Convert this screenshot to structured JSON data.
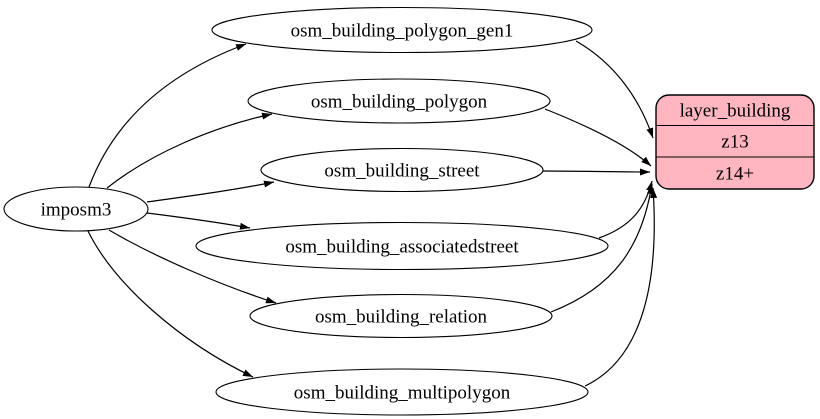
{
  "diagram": {
    "background_color": "#ffffff",
    "edge_color": "#000000",
    "source_node": {
      "label": "imposm3"
    },
    "table_nodes": [
      {
        "label": "osm_building_polygon_gen1"
      },
      {
        "label": "osm_building_polygon"
      },
      {
        "label": "osm_building_street"
      },
      {
        "label": "osm_building_associatedstreet"
      },
      {
        "label": "osm_building_relation"
      },
      {
        "label": "osm_building_multipolygon"
      }
    ],
    "layer_node": {
      "title": "layer_building",
      "zoom_rows": [
        "z13",
        "z14+"
      ],
      "fill_color": "#ffb6c1",
      "border_color": "#000000"
    },
    "edges": [
      {
        "from": "imposm3",
        "to": "osm_building_polygon_gen1"
      },
      {
        "from": "imposm3",
        "to": "osm_building_polygon"
      },
      {
        "from": "imposm3",
        "to": "osm_building_street"
      },
      {
        "from": "imposm3",
        "to": "osm_building_associatedstreet"
      },
      {
        "from": "imposm3",
        "to": "osm_building_relation"
      },
      {
        "from": "imposm3",
        "to": "osm_building_multipolygon"
      },
      {
        "from": "osm_building_polygon_gen1",
        "to": "layer_building.z13"
      },
      {
        "from": "osm_building_polygon",
        "to": "layer_building.z14+"
      },
      {
        "from": "osm_building_street",
        "to": "layer_building.z14+"
      },
      {
        "from": "osm_building_associatedstreet",
        "to": "layer_building.z14+"
      },
      {
        "from": "osm_building_relation",
        "to": "layer_building.z14+"
      },
      {
        "from": "osm_building_multipolygon",
        "to": "layer_building.z14+"
      }
    ]
  }
}
